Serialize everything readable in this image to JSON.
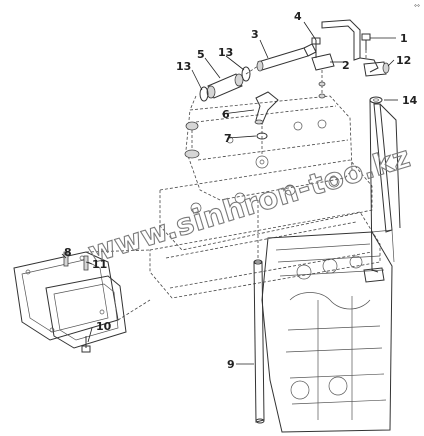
{
  "watermark": "www.sinhron-too.kz",
  "corner_mark": "°°",
  "callouts": {
    "c1": "1",
    "c2": "2",
    "c3": "3",
    "c4": "4",
    "c5": "5",
    "c6": "6",
    "c7": "7",
    "c8": "8",
    "c9": "9",
    "c10": "10",
    "c11": "11",
    "c12": "12",
    "c13a": "13",
    "c13b": "13",
    "c14": "14"
  }
}
